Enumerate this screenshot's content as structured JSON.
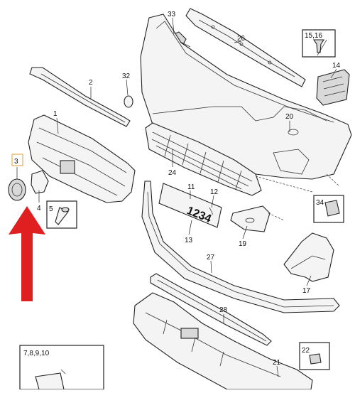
{
  "callouts": {
    "c1": "1",
    "c2": "2",
    "c3": "3",
    "c4": "4",
    "c5": "5",
    "c11": "11",
    "c12": "12",
    "c13": "13",
    "c14": "14",
    "c15": "15,16",
    "c17": "17",
    "c19": "19",
    "c20": "20",
    "c21": "21",
    "c22": "22",
    "c24": "24",
    "c26": "26",
    "c27": "27",
    "c28": "28",
    "c32": "32",
    "c33": "33",
    "c34": "34",
    "c7": "7,8,9,10"
  },
  "plate_text": "1234",
  "colors": {
    "line": "#222222",
    "highlight_box": "#e3a646",
    "arrow": "#e02020"
  }
}
